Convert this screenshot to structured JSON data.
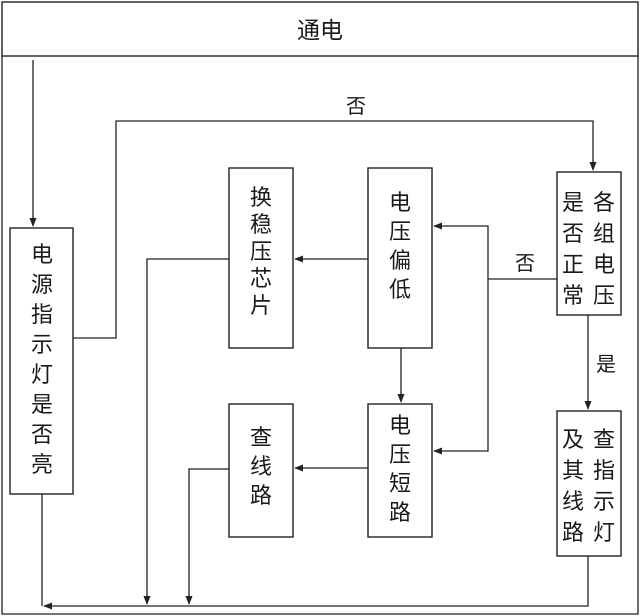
{
  "nodes": {
    "power_on": "通电",
    "indicator_light_on": "电源指示灯是否亮",
    "group_voltage_normal": "各组电压是否正常",
    "voltage_low": "电压偏低",
    "voltage_short": "电压短路",
    "replace_regulator": "换稳压芯片",
    "check_line": "查线路",
    "check_indicator_line": "查指示灯及其线路"
  },
  "edge_labels": {
    "no_top": "否",
    "no_middle": "否",
    "yes": "是"
  }
}
